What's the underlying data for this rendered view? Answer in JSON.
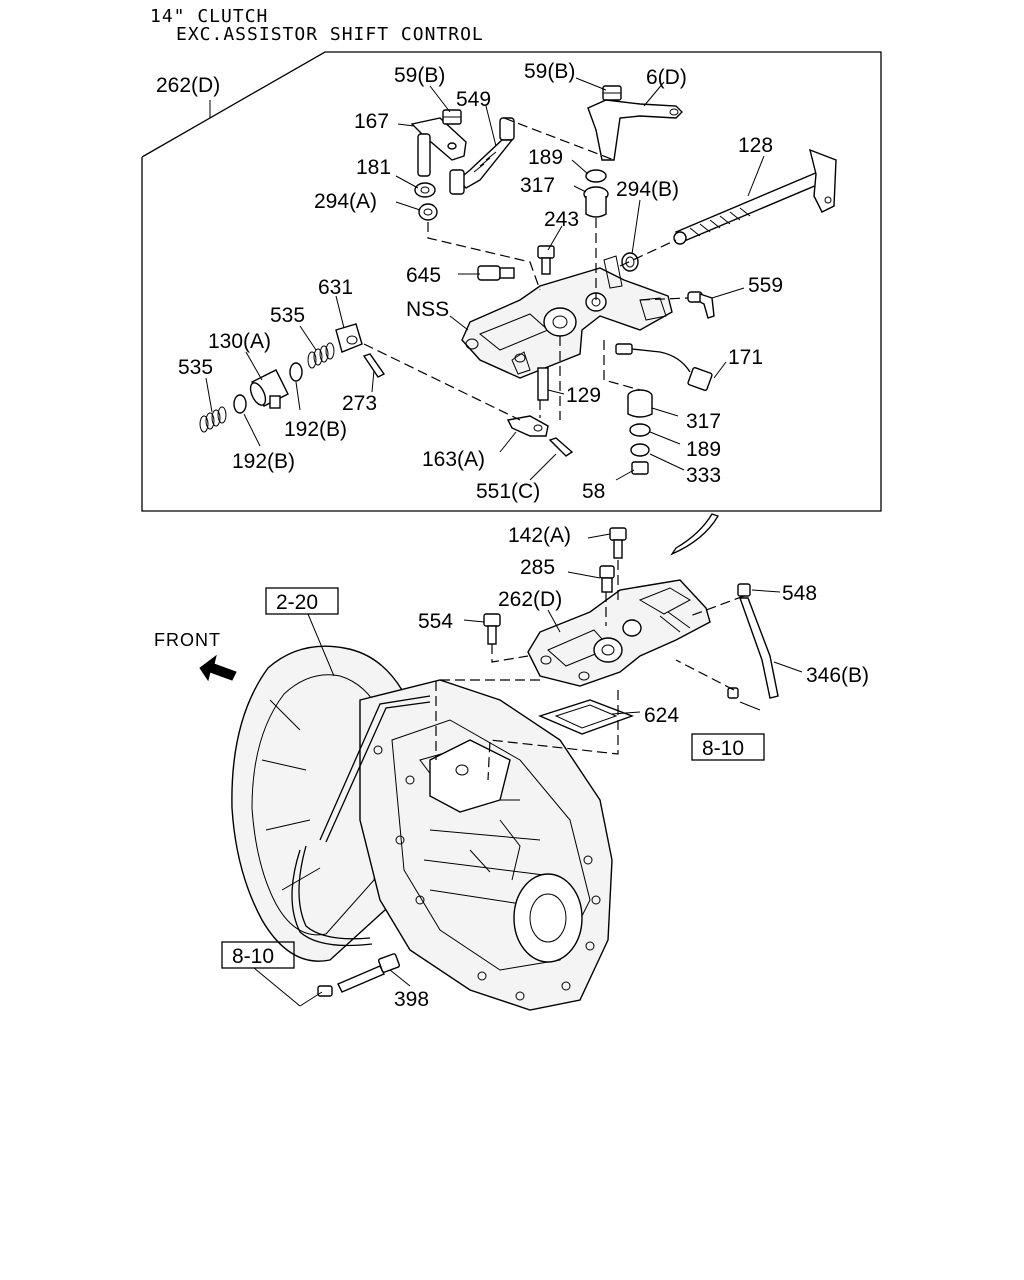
{
  "header": {
    "line1": "14\" CLUTCH",
    "line2": "EXC.ASSISTOR SHIFT CONTROL"
  },
  "front_label": "FRONT",
  "refs": {
    "r220": "2-20",
    "r810a": "8-10",
    "r810b": "8-10"
  },
  "callouts": {
    "c262d_top": "262(D)",
    "c59b_a": "59(B)",
    "c59b_b": "59(B)",
    "c6d": "6(D)",
    "c549": "549",
    "c167": "167",
    "c181": "181",
    "c294a": "294(A)",
    "c189_top": "189",
    "c317_top": "317",
    "c294b": "294(B)",
    "c128": "128",
    "c243": "243",
    "c645": "645",
    "c559": "559",
    "c631": "631",
    "c535_a": "535",
    "cnss": "NSS",
    "c130a": "130(A)",
    "c535_b": "535",
    "c171": "171",
    "c129": "129",
    "c273": "273",
    "c317_bot": "317",
    "c192b_a": "192(B)",
    "c189_bot": "189",
    "c192b_b": "192(B)",
    "c163a": "163(A)",
    "c333": "333",
    "c551c": "551(C)",
    "c58": "58",
    "c142a": "142(A)",
    "c285": "285",
    "c548": "548",
    "c554": "554",
    "c262d_bot": "262(D)",
    "c346b": "346(B)",
    "c624": "624",
    "c398": "398"
  }
}
